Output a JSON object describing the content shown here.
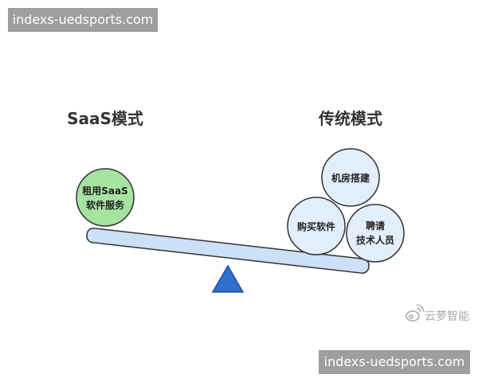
{
  "watermark": {
    "top_text": "indexs-uedsports.com",
    "bottom_text": "indexs-uedsports.com",
    "weibo_text": "云萝智能"
  },
  "diagram": {
    "left_heading": "SaaS模式",
    "right_heading": "传统模式",
    "left_weight": [
      "租用SaaS",
      "软件服务"
    ],
    "right_weights": [
      {
        "lines": [
          "机房搭建"
        ]
      },
      {
        "lines": [
          "购买软件"
        ]
      },
      {
        "lines": [
          "聘请",
          "技术人员"
        ]
      }
    ]
  },
  "colors": {
    "heading": "#333333",
    "label": "#222222",
    "saas_fill": "#a6e3a1",
    "saas_stroke": "#333333",
    "traditional_fill": "#e3eefc",
    "traditional_stroke": "#333333",
    "beam_fill": "#cce0f7",
    "beam_stroke": "#333333",
    "fulcrum_fill": "#2f6fcf",
    "fulcrum_stroke": "#1f4f9e",
    "watermark_bg": "#9e9e9e",
    "watermark_text": "#ffffff",
    "weibo": "#aaaaaa"
  },
  "icons": {
    "weibo": "weibo-icon",
    "fulcrum": "triangle-fulcrum-icon"
  }
}
